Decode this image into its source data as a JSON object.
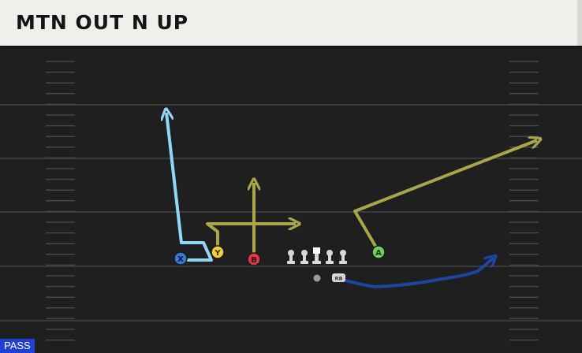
{
  "play": {
    "title": "MTN OUT N UP",
    "type_badge": "PASS"
  },
  "players": {
    "x": "X",
    "y": "Y",
    "b": "B",
    "a": "A",
    "rb": "RB"
  },
  "colors": {
    "field": "#1f1f1f",
    "yard_line": "#3a3a3a",
    "hash": "#4a4a4a",
    "x_route": "#8fd7f2",
    "olive_routes": "#a9a64a",
    "rb_route": "#1f45a3",
    "x_circle": "#3a78d6",
    "y_circle": "#f2cf33",
    "b_circle": "#d93a45",
    "a_circle": "#6fd25a",
    "lineman": "#d8d8d8",
    "badge": "#1f3fd6"
  }
}
